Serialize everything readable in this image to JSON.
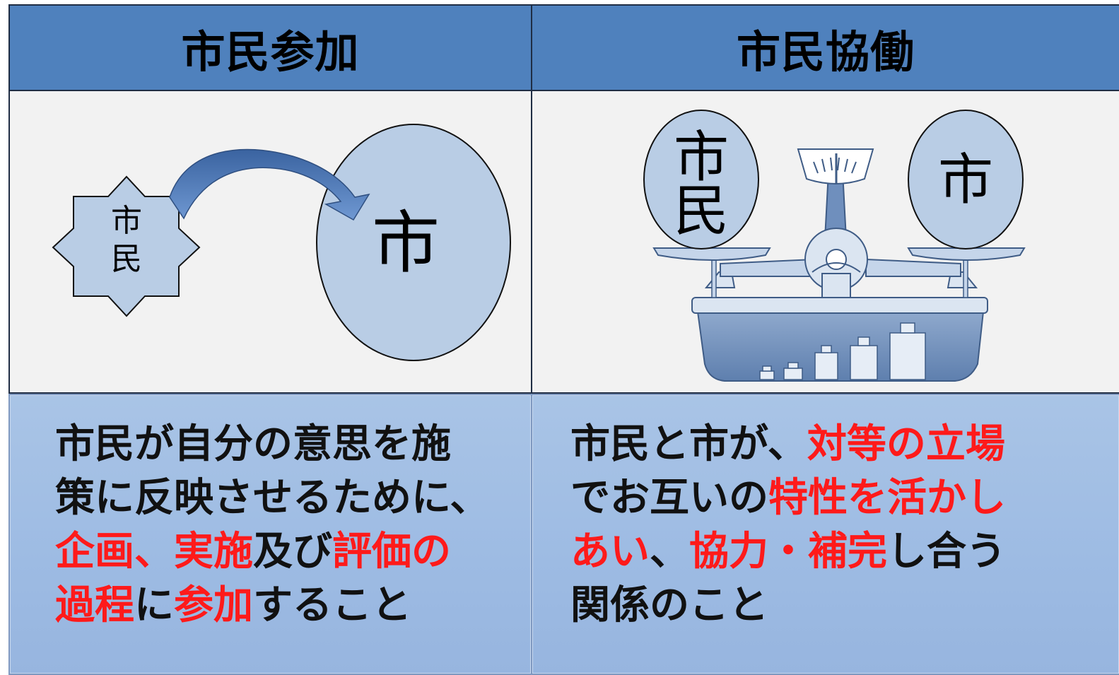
{
  "left": {
    "title": "市民参加",
    "diagram": {
      "star_label": [
        "市",
        "民"
      ],
      "circle_label": "市"
    },
    "description": [
      [
        {
          "text": "市民が自分の意思を施",
          "highlight": false
        }
      ],
      [
        {
          "text": "策に反映させるために、",
          "highlight": false
        }
      ],
      [
        {
          "text": "企画",
          "highlight": true
        },
        {
          "text": "、",
          "highlight": true
        },
        {
          "text": "実施",
          "highlight": true
        },
        {
          "text": "及び",
          "highlight": false
        },
        {
          "text": "評価の",
          "highlight": true
        }
      ],
      [
        {
          "text": "過程",
          "highlight": true
        },
        {
          "text": "に",
          "highlight": false
        },
        {
          "text": "参加",
          "highlight": true
        },
        {
          "text": "すること",
          "highlight": false
        }
      ]
    ]
  },
  "right": {
    "title": "市民協働",
    "diagram": {
      "left_pan_label": [
        "市",
        "民"
      ],
      "right_pan_label": "市"
    },
    "description": [
      [
        {
          "text": "市民と市が、",
          "highlight": false
        },
        {
          "text": "対等の立場",
          "highlight": true
        }
      ],
      [
        {
          "text": "でお互いの",
          "highlight": false
        },
        {
          "text": "特性を活かし",
          "highlight": true
        }
      ],
      [
        {
          "text": "あい",
          "highlight": true
        },
        {
          "text": "、",
          "highlight": false
        },
        {
          "text": "協力・補完",
          "highlight": true
        },
        {
          "text": "し合う",
          "highlight": false
        }
      ],
      [
        {
          "text": "関係のこと",
          "highlight": false
        }
      ]
    ]
  },
  "colors": {
    "header_bg": "#4f81bd",
    "shape_fill": "#b9cde5",
    "highlight": "#ff1a1a",
    "description_bg": "#a3c0e5",
    "arrow": "#4a73ad"
  }
}
